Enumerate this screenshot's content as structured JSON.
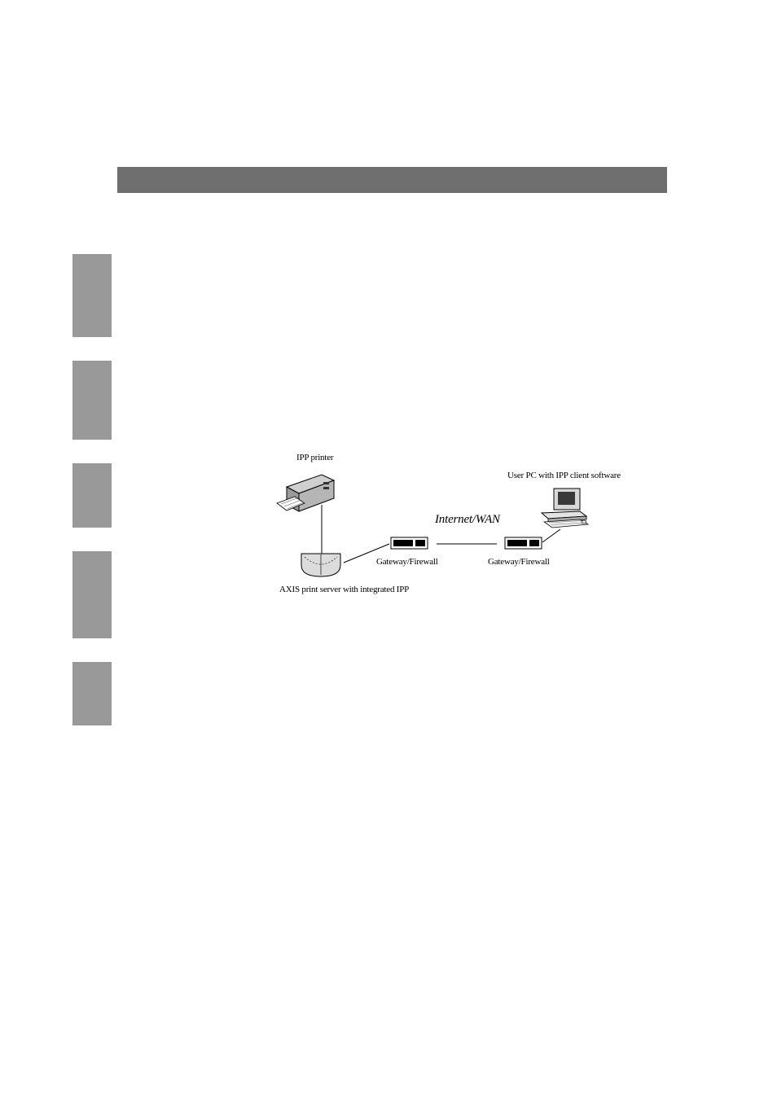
{
  "diagram": {
    "labels": {
      "ipp_printer": "IPP printer",
      "user_pc": "User PC with IPP client software",
      "internet_wan": "Internet/WAN",
      "gateway_left": "Gateway/Firewall",
      "gateway_right": "Gateway/Firewall",
      "print_server": "AXIS print server with integrated IPP"
    },
    "icons": [
      "printer-icon",
      "print-server-icon",
      "gateway-firewall-icon",
      "gateway-firewall-icon",
      "computer-icon"
    ]
  },
  "colors": {
    "header_bar": "#6f6f6f",
    "side_tab": "#999999",
    "line": "#000000"
  }
}
